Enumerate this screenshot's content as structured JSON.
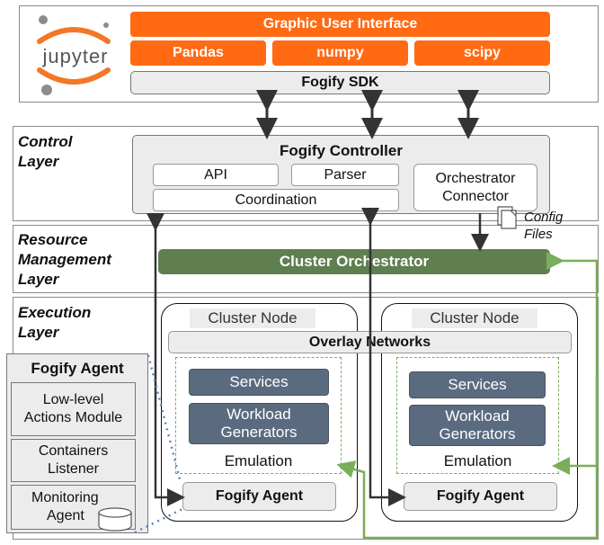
{
  "top": {
    "logo_text": "jupyter",
    "gui_label": "Graphic User Interface",
    "libs": [
      "Pandas",
      "numpy",
      "scipy"
    ],
    "sdk_label": "Fogify SDK"
  },
  "control": {
    "layer_label_1": "Control",
    "layer_label_2": "Layer",
    "controller_title": "Fogify Controller",
    "api": "API",
    "parser": "Parser",
    "coordination": "Coordination",
    "orchestrator_connector_1": "Orchestrator",
    "orchestrator_connector_2": "Connector",
    "config_files_1": "Config",
    "config_files_2": "Files"
  },
  "resource": {
    "layer_label_1": "Resource",
    "layer_label_2": "Management",
    "layer_label_3": "Layer",
    "cluster_orchestrator": "Cluster Orchestrator"
  },
  "execution": {
    "layer_label_1": "Execution",
    "layer_label_2": "Layer",
    "overlay_networks": "Overlay Networks",
    "nodes": [
      {
        "title": "Cluster Node",
        "services": "Services",
        "workload_1": "Workload",
        "workload_2": "Generators",
        "emulation": "Emulation",
        "agent": "Fogify Agent"
      },
      {
        "title": "Cluster Node",
        "services": "Services",
        "workload_1": "Workload",
        "workload_2": "Generators",
        "emulation": "Emulation",
        "agent": "Fogify Agent"
      }
    ]
  },
  "agent_detail": {
    "title": "Fogify Agent",
    "low_level_1": "Low-level",
    "low_level_2": "Actions Module",
    "containers_1": "Containers",
    "containers_2": "Listener",
    "monitoring_1": "Monitoring",
    "monitoring_2": "Agent"
  },
  "colors": {
    "orange": "#ff6a13",
    "slate": "#5b6b7f",
    "green": "#5f7f50",
    "green_line": "#7aae5a",
    "grey_fill": "#ececec"
  }
}
